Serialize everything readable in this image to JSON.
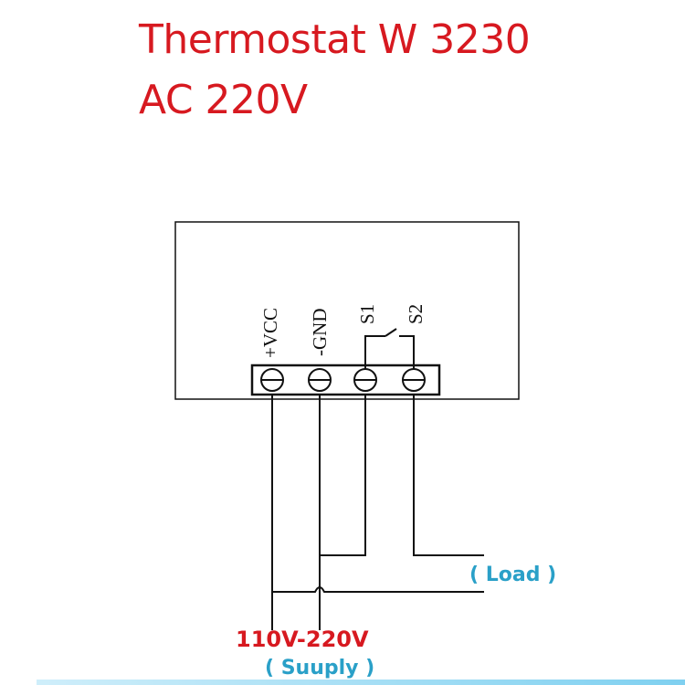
{
  "title": {
    "line1": "Thermostat W 3230",
    "line2": "AC 220V"
  },
  "terminals": [
    "+VCC",
    "-GND",
    "S1",
    "S2"
  ],
  "labels": {
    "load": "( Load )",
    "voltage": "110V-220V",
    "supply": "( Suuply )"
  },
  "colors": {
    "title": "#d71920",
    "label_blue": "#2aa0c8",
    "line": "#111111"
  }
}
